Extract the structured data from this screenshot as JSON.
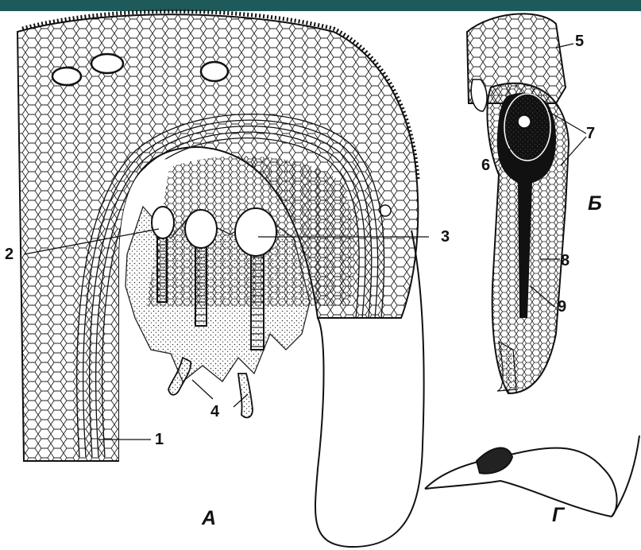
{
  "colors": {
    "top_bar": "#1f5a5a",
    "ink": "#111111",
    "background": "#ffffff"
  },
  "panels": {
    "a": "А",
    "b": "Б",
    "g": "Г"
  },
  "labels": {
    "n1": "1",
    "n2": "2",
    "n3": "3",
    "n4": "4",
    "n5": "5",
    "n6": "6",
    "n7": "7",
    "n8": "8",
    "n9": "9"
  }
}
